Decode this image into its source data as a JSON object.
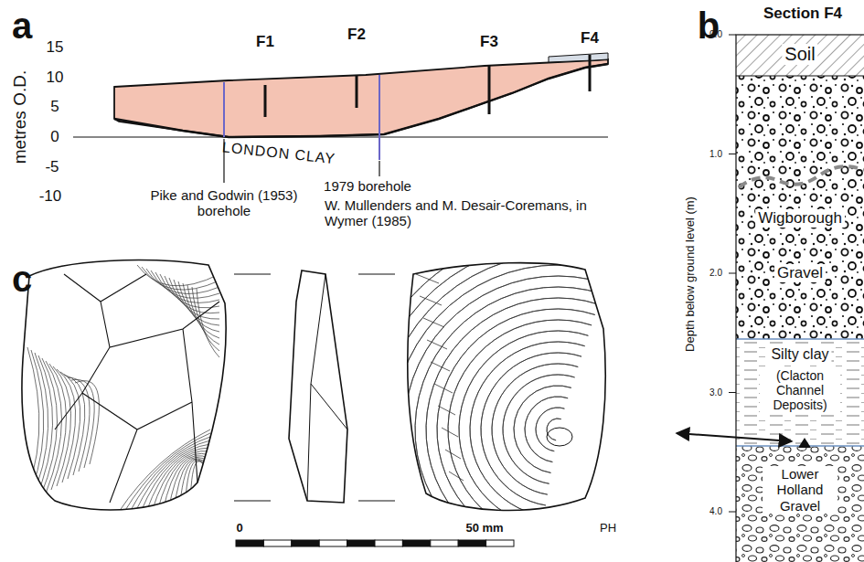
{
  "diagram": {
    "nodes": [
      {
        "text": [
          "Soil"
        ]
      },
      {
        "text": [
          "Wigborough",
          "Gravel"
        ]
      },
      {
        "text": [
          "Silty clay",
          "(Clacton Channel Deposits)"
        ]
      },
      {
        "text": [
          "Lower Holland Gravel"
        ]
      }
    ],
    "labels": [
      "a",
      "15",
      "10",
      "5",
      "0",
      "-5",
      "-10",
      "metres O.D.",
      "F1",
      "F2",
      "F3",
      "F4",
      "LONDON CLAY",
      "Pike and Godwin (1953) borehole",
      "1979 borehole",
      "W. Mullenders and M. Desair-Coremans, in Wymer (1985)",
      "b",
      "Section F4",
      "0.0",
      "1.0",
      "2.0",
      "3.0",
      "4.0",
      "Depth below ground level (m)",
      "c",
      "0",
      "50 mm",
      "PH"
    ]
  }
}
